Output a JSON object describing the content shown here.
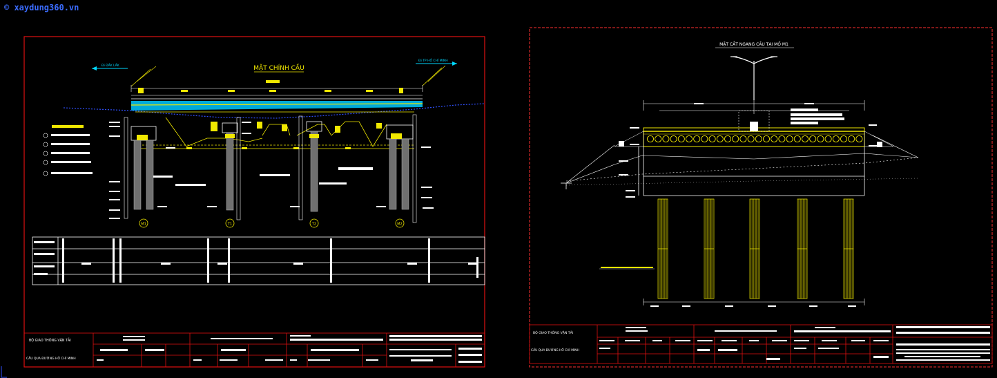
{
  "watermark": "© xaydung360.vn",
  "sheet1": {
    "title": "MẶT CHÍNH CẦU",
    "left_direction": "Đi ĐẮK LẮK",
    "right_direction": "Đi TP HỒ CHÍ MINH",
    "pier_labels": [
      "M1",
      "T1",
      "T2",
      "M2"
    ],
    "footer_left": [
      "BỘ GIAO THÔNG VẬN TẢI",
      "CẦU QUA ĐƯỜNG HỒ CHÍ MINH"
    ]
  },
  "sheet2": {
    "title": "MẶT CẮT NGANG CẦU TẠI MỐ M1",
    "footer_left": [
      "BỘ GIAO THÔNG VẬN TẢI",
      "CẦU QUA ĐƯỜNG HỒ CHÍ MINH"
    ]
  },
  "colors": {
    "frame": "#e01010",
    "frame_dashed": "#ff3030",
    "deck": "#f0e800",
    "water": "#00d8ff",
    "pile": "#707070",
    "grid": "#ffffff",
    "line_blue": "#3050ff"
  }
}
